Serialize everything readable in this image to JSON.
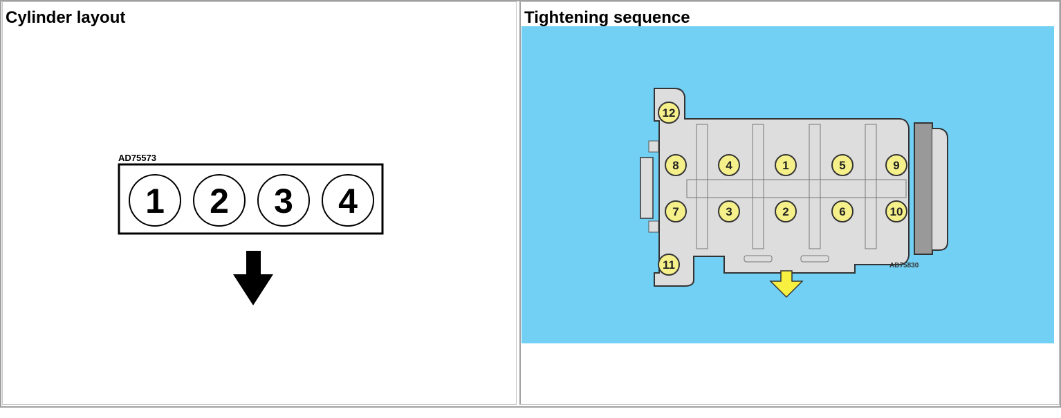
{
  "cylinder_layout": {
    "title": "Cylinder layout",
    "figure_code": "AD75573",
    "cylinders": [
      "1",
      "2",
      "3",
      "4"
    ]
  },
  "tightening_sequence": {
    "title": "Tightening sequence",
    "figure_code": "AD75830",
    "bolts_top": [
      "8",
      "4",
      "1",
      "5",
      "9"
    ],
    "bolts_bottom": [
      "7",
      "3",
      "2",
      "6",
      "10"
    ],
    "bolt_top_left": "12",
    "bolt_bottom_left": "11",
    "colors": {
      "background": "#72D0F5",
      "bolt": "#F6F08A",
      "arrow": "#F8F040",
      "head": "#DDDDDD"
    }
  }
}
